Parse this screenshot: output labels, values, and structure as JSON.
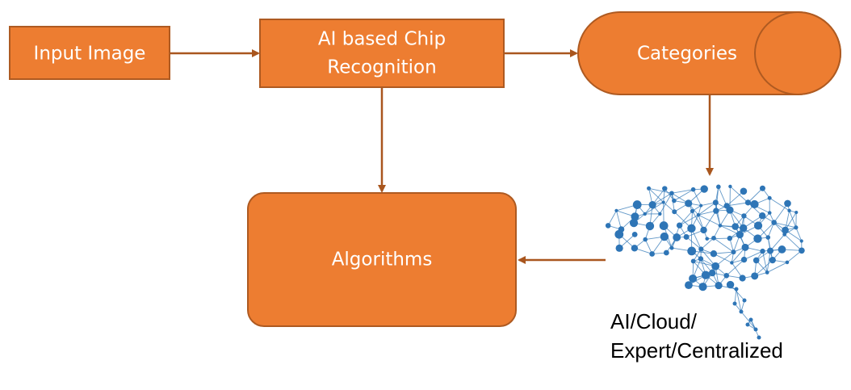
{
  "colors": {
    "box_fill": "#ED7D31",
    "box_stroke": "#AE5A21",
    "arrow": "#A9561E",
    "brain": "#2E75B6",
    "caption_text": "#000000"
  },
  "nodes": {
    "input_image": {
      "label": "Input Image"
    },
    "chip_recognition": {
      "label_line1": "AI based Chip",
      "label_line2": "Recognition"
    },
    "categories": {
      "label": "Categories"
    },
    "algorithms": {
      "label": "Algorithms"
    }
  },
  "brain": {
    "icon": "brain-network-icon",
    "caption_line1": "AI/Cloud/",
    "caption_line2": "Expert/Centralized"
  },
  "edges": [
    {
      "from": "input_image",
      "to": "chip_recognition"
    },
    {
      "from": "chip_recognition",
      "to": "categories"
    },
    {
      "from": "chip_recognition",
      "to": "algorithms"
    },
    {
      "from": "categories",
      "to": "brain"
    },
    {
      "from": "brain",
      "to": "algorithms"
    }
  ]
}
